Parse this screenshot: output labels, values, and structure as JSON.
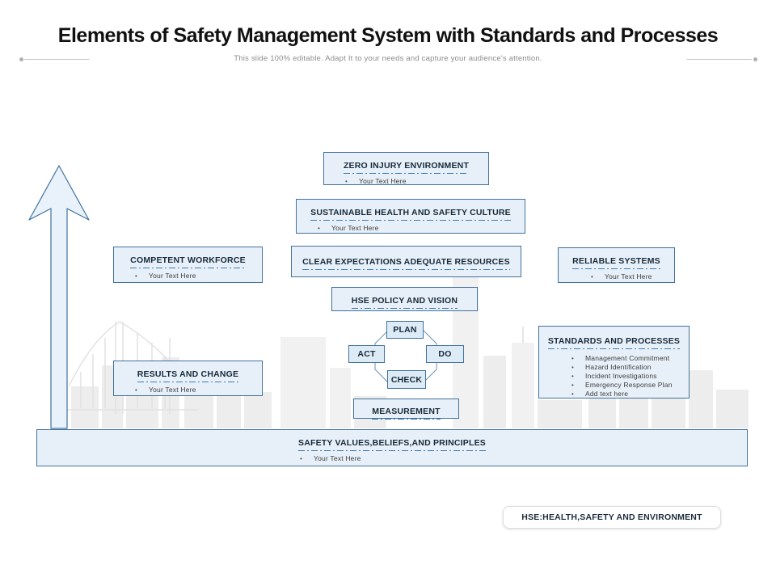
{
  "header": {
    "title": "Elements of Safety Management System with Standards and Processes",
    "subtitle": "This slide 100% editable. Adapt It to your needs and capture your audience's attention."
  },
  "boxes": {
    "zero_injury": {
      "title": "ZERO INJURY ENVIRONMENT",
      "bullet": "Your Text Here"
    },
    "sustainable": {
      "title": "SUSTAINABLE HEALTH AND SAFETY CULTURE",
      "bullet": "Your Text Here"
    },
    "competent": {
      "title": "COMPETENT WORKFORCE",
      "bullet": "Your Text Here"
    },
    "clear_expectations": {
      "title": "CLEAR EXPECTATIONS ADEQUATE RESOURCES"
    },
    "reliable": {
      "title": "RELIABLE SYSTEMS",
      "bullet": "Your Text Here"
    },
    "hse_policy": {
      "title": "HSE POLICY AND VISION"
    },
    "results": {
      "title": "RESULTS AND CHANGE",
      "bullet": "Your Text Here"
    },
    "standards": {
      "title": "STANDARDS AND PROCESSES",
      "items": [
        "Management Commitment",
        "Hazard Identification",
        "Incident Investigations",
        "Emergency Response Plan",
        "Add text here"
      ]
    },
    "measurement": {
      "title": "MEASUREMENT"
    },
    "safety_values": {
      "title": "SAFETY VALUES,BELIEFS,AND PRINCIPLES",
      "bullet": "Your Text Here"
    }
  },
  "pdca": {
    "plan": "PLAN",
    "do": "DO",
    "check": "CHECK",
    "act": "ACT"
  },
  "footer": {
    "label": "HSE:HEALTH,SAFETY AND ENVIRONMENT"
  },
  "colors": {
    "box_border": "#41719c",
    "box_fill": "#e7f0f8",
    "accent_dash_line": "#3e7cb1",
    "arrow_fill": "#e9f2fb",
    "skyline_gray": "#ededed"
  }
}
